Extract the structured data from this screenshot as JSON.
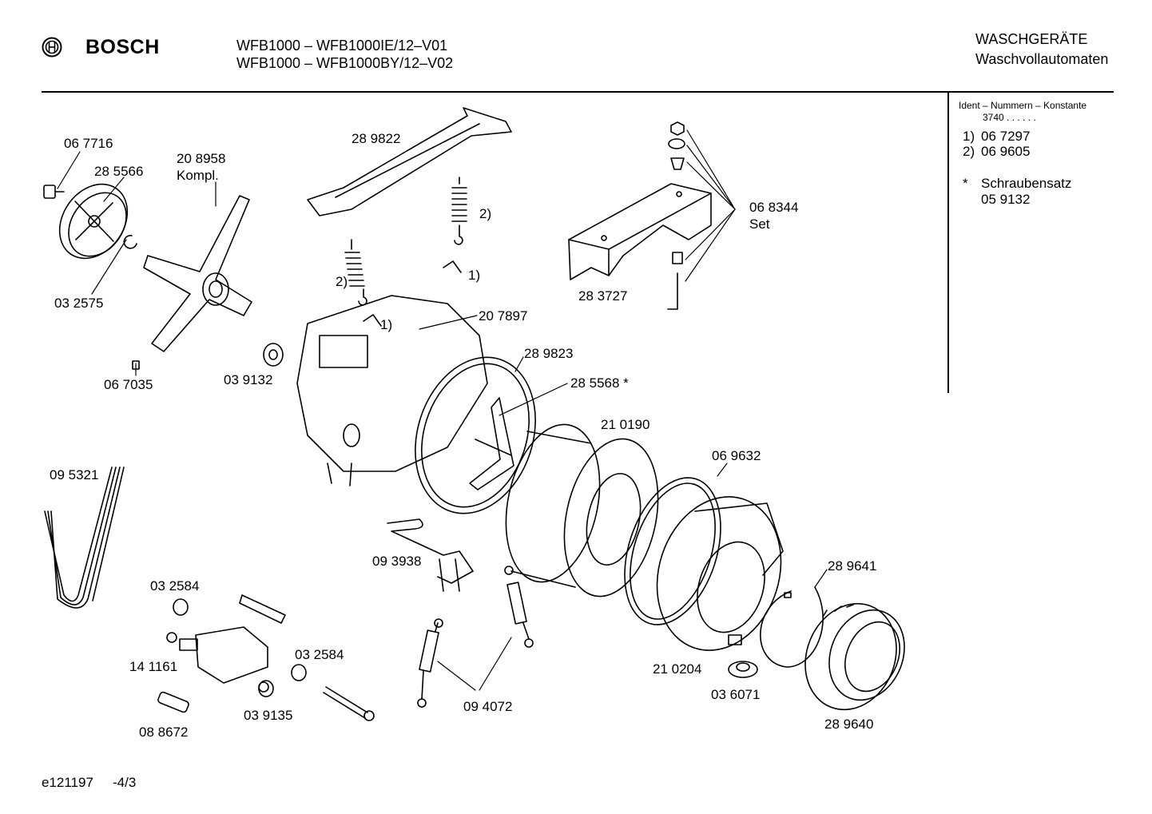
{
  "header": {
    "brand": "BOSCH",
    "model_line_1": "WFB1000 – WFB1000IE/12–V01",
    "model_line_2": "WFB1000 – WFB1000BY/12–V02",
    "category": "WASCHGERÄTE",
    "subcategory": "Waschvollautomaten"
  },
  "side_panel": {
    "ident_title": "Ident – Nummern – Konstante",
    "ident_value": "3740 . . . . . .",
    "notes": [
      {
        "marker": "1)",
        "text": "06 7297"
      },
      {
        "marker": "2)",
        "text": "06 9605"
      },
      {
        "marker": "*",
        "text": "Schraubensatz"
      },
      {
        "marker": "",
        "text": "05 9132"
      }
    ]
  },
  "parts": {
    "p067716": "06 7716",
    "p285566": "28 5566",
    "p208958": "20 8958",
    "kompl": "Kompl.",
    "p032575": "03 2575",
    "p067035": "06 7035",
    "p039132": "03 9132",
    "p289822": "28 9822",
    "note2a": "2)",
    "note2b": "2)",
    "note1a": "1)",
    "note1b": "1)",
    "p068344": "06 8344",
    "set": "Set",
    "p283727": "28 3727",
    "p207897": "20 7897",
    "p289823": "28 9823",
    "p285568": "28 5568 *",
    "p210190": "21 0190",
    "p069632": "06 9632",
    "p095321": "09 5321",
    "p093938": "09 3938",
    "p032584a": "03 2584",
    "p141161": "14 1161",
    "p032584b": "03 2584",
    "p039135": "03 9135",
    "p088672": "08 8672",
    "p094072": "09 4072",
    "p289641": "28 9641",
    "p210204": "21 0204",
    "p036071": "03 6071",
    "p289640": "28 9640"
  },
  "footer": {
    "doc_id": "e121197",
    "page": "-4/3"
  }
}
